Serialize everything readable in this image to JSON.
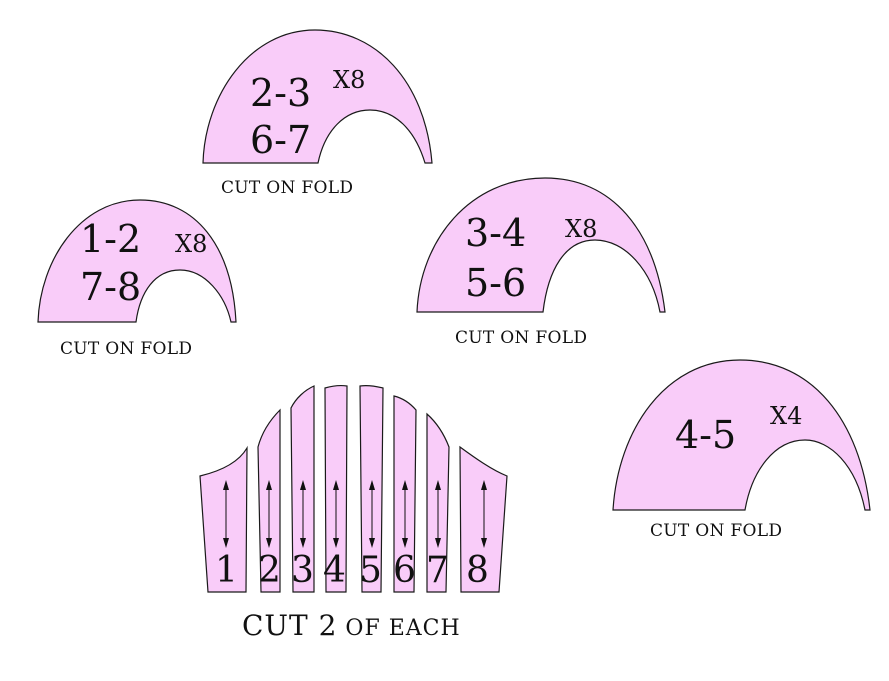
{
  "pieces": [
    {
      "id": "piece-2-3",
      "lines": [
        "2-3",
        "6-7"
      ],
      "multiplier": "X8",
      "fold_label": "CUT ON FOLD"
    },
    {
      "id": "piece-1-2",
      "lines": [
        "1-2",
        "7-8"
      ],
      "multiplier": "X8",
      "fold_label": "CUT ON FOLD"
    },
    {
      "id": "piece-3-4",
      "lines": [
        "3-4",
        "5-6"
      ],
      "multiplier": "X8",
      "fold_label": "CUT ON FOLD"
    },
    {
      "id": "piece-4-5",
      "lines": [
        "4-5"
      ],
      "multiplier": "X4",
      "fold_label": "CUT ON FOLD"
    }
  ],
  "strips": {
    "labels": [
      "1",
      "2",
      "3",
      "4",
      "5",
      "6",
      "7",
      "8"
    ],
    "caption_big": "CUT 2",
    "caption_small": "OF EACH"
  },
  "colors": {
    "piece_fill": "#f9ccf9",
    "outline": "#1a1a1a"
  }
}
